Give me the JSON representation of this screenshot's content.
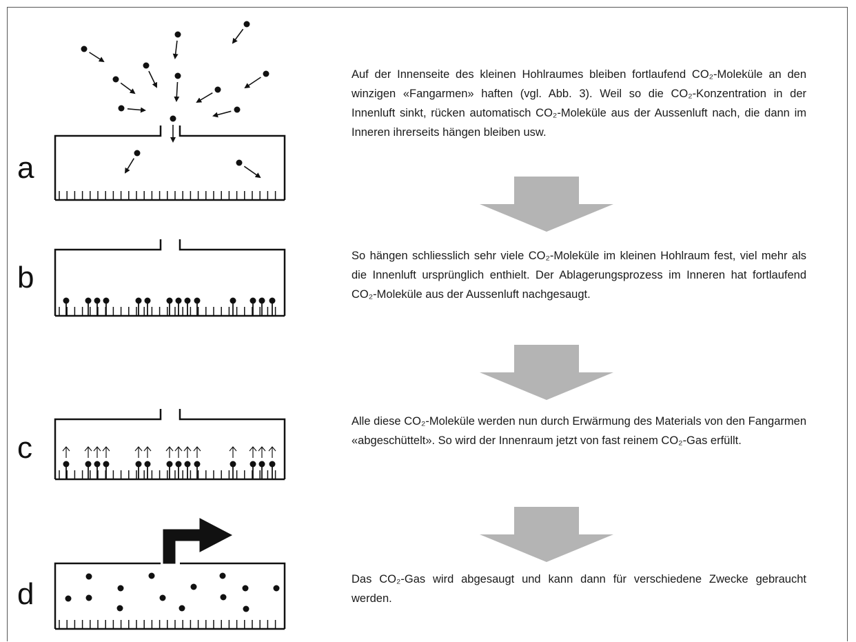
{
  "steps": [
    {
      "letter": "a",
      "text": "Auf der Innenseite des kleinen Hohlraumes bleiben fortlaufend CO₂-Moleküle an den winzigen «Fangarmen» haften (vgl. Abb. 3). Weil so die CO₂-Konzentration in der Innenluft sinkt, rücken automatisch CO₂-Moleküle aus der Aussenluft nach, die dann im Inneren ihrerseits hängen bleiben usw."
    },
    {
      "letter": "b",
      "text": "So hängen schliesslich sehr viele CO₂-Moleküle im kleinen Hohlraum fest, viel mehr als die Innenluft ursprünglich enthielt. Der Ablagerungsprozess im Inneren hat fortlaufend CO₂-Moleküle aus der Aussenluft nachgesaugt."
    },
    {
      "letter": "c",
      "text": "Alle diese CO₂-Moleküle werden nun durch Erwärmung des Materials von den Fangarmen «abgeschüttelt». So wird der Innenraum jetzt von fast reinem CO₂-Gas erfüllt."
    },
    {
      "letter": "d",
      "text": "Das CO₂-Gas wird abgesaugt und kann dann für verschiedene Zwecke gebraucht werden."
    }
  ],
  "colors": {
    "ink": "#111111",
    "step_arrow": "#b4b4b4",
    "frame": "#555555"
  },
  "icons": {
    "molecule": "filled-circle",
    "motion": "small-arrow",
    "release": "open-up-arrow",
    "exhaust": "bent-thick-arrow",
    "step_transition": "gray-down-arrow"
  }
}
